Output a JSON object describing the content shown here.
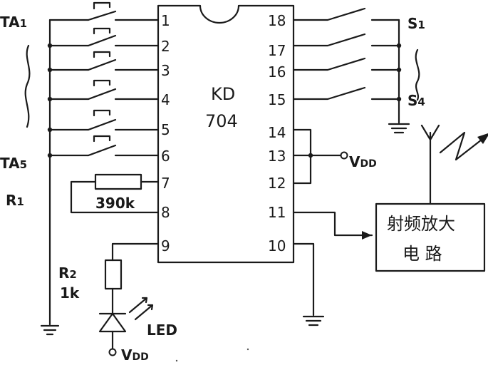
{
  "chip": {
    "name_line1": "KD",
    "name_line2": "704",
    "left_pins": [
      "1",
      "2",
      "3",
      "4",
      "5",
      "6",
      "7",
      "8",
      "9"
    ],
    "right_pins": [
      "18",
      "17",
      "16",
      "15",
      "14",
      "13",
      "12",
      "11",
      "10"
    ]
  },
  "labels": {
    "ta_first": "TA",
    "ta_first_sub": "1",
    "ta_last": "TA",
    "ta_last_sub": "5",
    "s_first": "S",
    "s_first_sub": "1",
    "s_last": "S",
    "s_last_sub": "4",
    "r1": "R",
    "r1_sub": "1",
    "r1_value": "390k",
    "r2": "R",
    "r2_sub": "2",
    "r2_value": "1k",
    "led": "LED",
    "vdd_v": "V",
    "vdd_sub": "DD",
    "rf_line1": "射频放大",
    "rf_line2": "电 路"
  },
  "colors": {
    "ink": "#1a1a1a",
    "paper": "#ffffff"
  }
}
